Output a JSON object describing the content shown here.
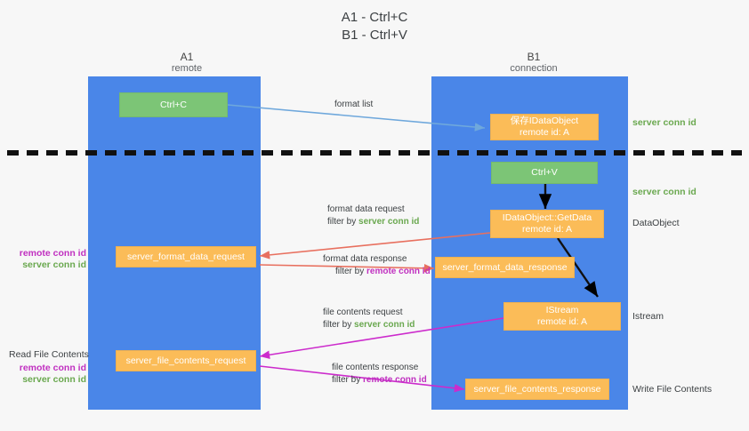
{
  "title": {
    "line1": "A1 - Ctrl+C",
    "line2": "B1 - Ctrl+V"
  },
  "columns": [
    {
      "name": "A1",
      "sub": "remote"
    },
    {
      "name": "B1",
      "sub": "connection"
    }
  ],
  "boxes": {
    "ctrl_c": {
      "l1": "Ctrl+C",
      "l2": ""
    },
    "ctrl_v": {
      "l1": "Ctrl+V",
      "l2": ""
    },
    "save_idataobject": {
      "l1": "保存IDataObject",
      "l2": "remote id: A"
    },
    "getdata": {
      "l1": "IDataObject::GetData",
      "l2": "remote id: A"
    },
    "istream": {
      "l1": "IStream",
      "l2": "remote id: A"
    },
    "fmt_req": {
      "l1": "server_format_data_request",
      "l2": ""
    },
    "fmt_resp": {
      "l1": "server_format_data_response",
      "l2": ""
    },
    "file_req": {
      "l1": "server_file_contents_request",
      "l2": ""
    },
    "file_resp": {
      "l1": "server_file_contents_response",
      "l2": ""
    }
  },
  "right_labels": {
    "server_conn_id_1": "server conn id",
    "server_conn_id_2": "server conn id",
    "dataobject": "DataObject",
    "istream": "Istream",
    "write_file_contents": "Write File Contents"
  },
  "left_labels": {
    "remote_conn_id_1": "remote conn id",
    "server_conn_id_1": "server conn id",
    "read_file_contents": "Read File Contents",
    "remote_conn_id_2": "remote conn id",
    "server_conn_id_2": "server conn id"
  },
  "edges": {
    "format_list": {
      "label": "format list"
    },
    "format_data_request": {
      "label": "format data request",
      "filter_prefix": "filter by ",
      "filter_token": "server conn id"
    },
    "format_data_response": {
      "label": "format data response",
      "filter_prefix": "filter by ",
      "filter_token": "remote conn id"
    },
    "file_contents_request": {
      "label": "file contents request",
      "filter_prefix": "filter by ",
      "filter_token": "server conn id"
    },
    "file_contents_response": {
      "label": "file contents response",
      "filter_prefix": "filter by ",
      "filter_token": "remote conn id"
    }
  },
  "colors": {
    "lane": "#4a86e8",
    "orange": "#fbbc58",
    "green_box": "#7cc576",
    "green_text": "#6aa84f",
    "purple_text": "#c030c0",
    "blue_arrow": "#6fa8dc",
    "red_arrow": "#e8705f",
    "magenta_arrow": "#cc2bcc",
    "black_arrow": "#000000",
    "background": "#f7f7f7"
  }
}
